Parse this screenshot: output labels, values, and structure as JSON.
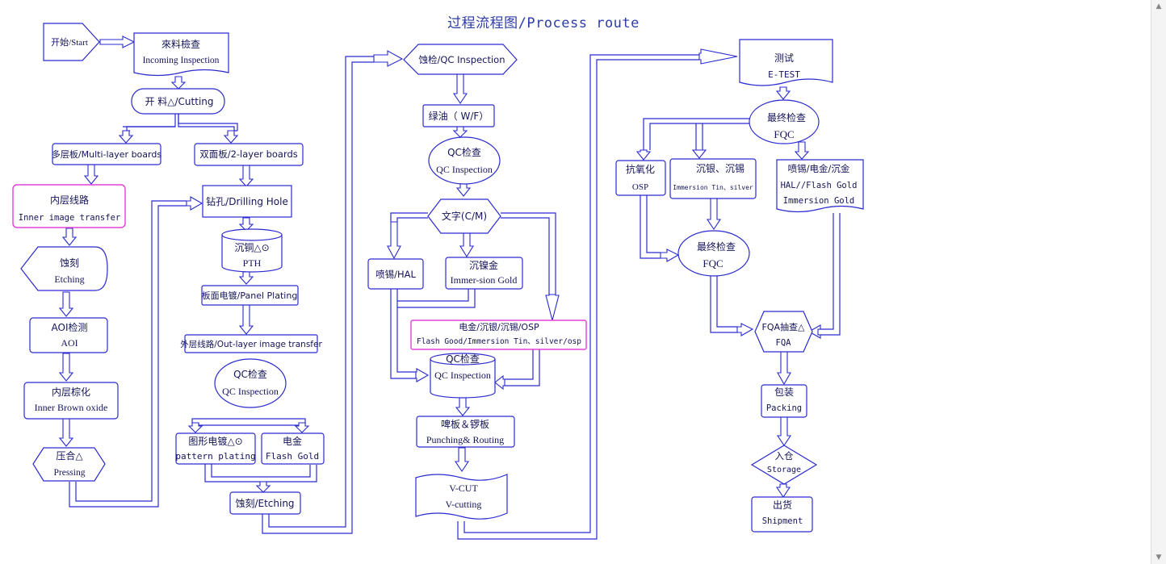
{
  "title": "过程流程图/Process route",
  "nodes": {
    "start": {
      "l1": "开始/Start"
    },
    "incoming": {
      "l1": "來料檢查",
      "l2": "Incoming Inspection"
    },
    "cutting": {
      "l1": "开 料△/Cutting"
    },
    "multilayer": {
      "l1": "多层板/Multi-layer boards"
    },
    "twolayer": {
      "l1": "双面板/2-layer boards"
    },
    "inner_image": {
      "l1": "内层线路",
      "l2": "Inner image transfer"
    },
    "etching1": {
      "l1": "蚀刻",
      "l2": "Etching"
    },
    "aoi": {
      "l1": "AOI检测",
      "l2": "AOI"
    },
    "brown": {
      "l1": "内层棕化",
      "l2": "Inner Brown oxide"
    },
    "pressing": {
      "l1": "压合△",
      "l2": "Pressing"
    },
    "drilling": {
      "l1": "钻孔/Drilling Hole"
    },
    "pth": {
      "l1": "沉铜△⊙",
      "l2": "PTH"
    },
    "panel_plating": {
      "l1": "板面电镀/Panel Plating"
    },
    "outer_image": {
      "l1": "外层线路/Out-layer image transfer"
    },
    "qc1": {
      "l1": "QC检查",
      "l2": "QC Inspection"
    },
    "pattern_plating": {
      "l1": "图形电镀△⊙",
      "l2": "pattern plating"
    },
    "flash_gold": {
      "l1": "电金",
      "l2": "Flash Gold"
    },
    "etching2": {
      "l1": "蚀刻/Etching"
    },
    "etch_qc": {
      "l1": "蚀检/QC Inspection"
    },
    "wf": {
      "l1": "绿油（ W/F）"
    },
    "qc2": {
      "l1": "QC检查",
      "l2": "QC Inspection"
    },
    "cm": {
      "l1": "文字(C/M)"
    },
    "hal": {
      "l1": "喷锡/HAL"
    },
    "immersion_gold": {
      "l1": "沉镍金",
      "l2": "Immer-sion Gold"
    },
    "finish_mix": {
      "l1": "电金/沉银/沉锡/OSP",
      "l2": "Flash Good/Immersion Tin、silver/osp"
    },
    "qc3": {
      "l1": "QC检查",
      "l2": "QC Inspection"
    },
    "punching": {
      "l1": "啤板＆锣板",
      "l2": "Punching& Routing"
    },
    "vcut": {
      "l1": "V-CUT",
      "l2": "V-cutting"
    },
    "etest": {
      "l1": "测试",
      "l2": "E-TEST"
    },
    "fqc1": {
      "l1": "最终检查",
      "l2": "FQC"
    },
    "osp": {
      "l1": "抗氧化",
      "l2": "OSP"
    },
    "imm_tin": {
      "l1": "沉银、沉锡",
      "l2": "Immersion Tin、silver"
    },
    "hal_gold": {
      "l1": "喷锡/电金/沉金",
      "l2": "HAL//Flash Gold",
      "l3": "Immersion Gold"
    },
    "fqc2": {
      "l1": "最终检查",
      "l2": "FQC"
    },
    "fqa": {
      "l1": "FQA抽查△",
      "l2": "FQA"
    },
    "packing": {
      "l1": "包装",
      "l2": "Packing"
    },
    "storage": {
      "l1": "入仓",
      "l2": "Storage"
    },
    "shipment": {
      "l1": "出货",
      "l2": "Shipment"
    }
  }
}
